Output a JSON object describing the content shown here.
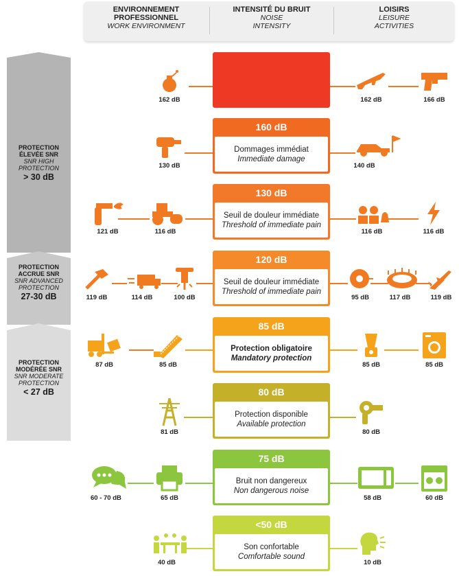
{
  "header": {
    "col1_fr": "ENVIRONNEMENT PROFESSIONNEL",
    "col1_en": "WORK ENVIRONMENT",
    "col2_fr": "INTENSITÉ DU BRUIT",
    "col2_en_1": "NOISE",
    "col2_en_2": "INTENSITY",
    "col3_fr": "LOISIRS",
    "col3_en_1": "LEISURE",
    "col3_en_2": "ACTIVITIES"
  },
  "protection": [
    {
      "fr_1": "PROTECTION",
      "fr_2": "ÉLEVÉE SNR",
      "en_1": "SNR HIGH",
      "en_2": "PROTECTION",
      "value": "> 30 dB",
      "color": "#b4b4b4"
    },
    {
      "fr_1": "PROTECTION",
      "fr_2": "ACCRUE SNR",
      "en_1": "SNR ADVANCED",
      "en_2": "PROTECTION",
      "value": "27-30 dB",
      "color": "#c8c8c8"
    },
    {
      "fr_1": "PROTECTION",
      "fr_2": "MODÉRÉE SNR",
      "en_1": "SNR MODERATE",
      "en_2": "PROTECTION",
      "value": "< 27 dB",
      "color": "#dcdcdc"
    }
  ],
  "levels": [
    {
      "title": "",
      "fr": "",
      "en": "",
      "color": "#ee3a24",
      "work": [
        {
          "icon": "grenade-icon",
          "db": "162 dB"
        }
      ],
      "leisure": [
        {
          "icon": "rifle-icon",
          "db": "162 dB"
        },
        {
          "icon": "pistol-icon",
          "db": "166 dB"
        }
      ]
    },
    {
      "title": "160 dB",
      "fr": "Dommages immédiat",
      "en": "Immediate damage",
      "color": "#f06a22",
      "work": [
        {
          "icon": "drill-icon",
          "db": "130 dB"
        }
      ],
      "leisure": [
        {
          "icon": "race-car-icon",
          "db": "140 dB"
        }
      ]
    },
    {
      "title": "130 dB",
      "fr": "Seuil de douleur immédiate",
      "en": "Threshold of immediate pain",
      "color": "#f2782a",
      "work": [
        {
          "icon": "blowtorch-icon",
          "db": "121 dB"
        },
        {
          "icon": "road-roller-icon",
          "db": "116 dB"
        }
      ],
      "leisure": [
        {
          "icon": "emergency-crew-icon",
          "db": "116 dB"
        },
        {
          "icon": "lightning-icon",
          "db": "116 dB"
        }
      ]
    },
    {
      "title": "120 dB",
      "fr": "Seuil de douleur immédiate",
      "en": "Threshold of immediate pain",
      "color": "#f58a2a",
      "work": [
        {
          "icon": "hammer-icon",
          "db": "119 dB"
        },
        {
          "icon": "truck-icon",
          "db": "114 dB"
        },
        {
          "icon": "jackhammer-icon",
          "db": "100 dB"
        }
      ],
      "leisure": [
        {
          "icon": "bell-icon",
          "db": "95 dB"
        },
        {
          "icon": "stadium-icon",
          "db": "117 dB"
        },
        {
          "icon": "airplane-icon",
          "db": "119 dB"
        }
      ]
    },
    {
      "title": "85 dB",
      "fr": "Protection obligatoire",
      "en": "Mandatory protection",
      "color": "#f6a31c",
      "work": [
        {
          "icon": "forklift-icon",
          "db": "87 dB"
        },
        {
          "icon": "saw-icon",
          "db": "85 dB"
        }
      ],
      "leisure": [
        {
          "icon": "blender-icon",
          "db": "85 dB"
        },
        {
          "icon": "washing-machine-icon",
          "db": "85 dB"
        }
      ]
    },
    {
      "title": "80 dB",
      "fr": "Protection disponible",
      "en": "Available protection",
      "color": "#c5b02a",
      "work": [
        {
          "icon": "pylon-icon",
          "db": "81 dB"
        }
      ],
      "leisure": [
        {
          "icon": "hair-dryer-icon",
          "db": "80 dB"
        }
      ]
    },
    {
      "title": "75 dB",
      "fr": "Bruit non dangereux",
      "en": "Non dangerous noise",
      "color": "#8cc63f",
      "work": [
        {
          "icon": "chat-icon",
          "db": "60 - 70 dB"
        },
        {
          "icon": "printer-icon",
          "db": "65 dB"
        }
      ],
      "leisure": [
        {
          "icon": "microwave-icon",
          "db": "58 dB"
        },
        {
          "icon": "dishwasher-icon",
          "db": "60 dB"
        }
      ]
    },
    {
      "title": "<50 dB",
      "fr": "Son confortable",
      "en": "Comfortable sound",
      "color": "#c4d73e",
      "work": [
        {
          "icon": "meeting-icon",
          "db": "40 dB"
        }
      ],
      "leisure": [
        {
          "icon": "whisper-icon",
          "db": "10 dB"
        }
      ]
    }
  ]
}
